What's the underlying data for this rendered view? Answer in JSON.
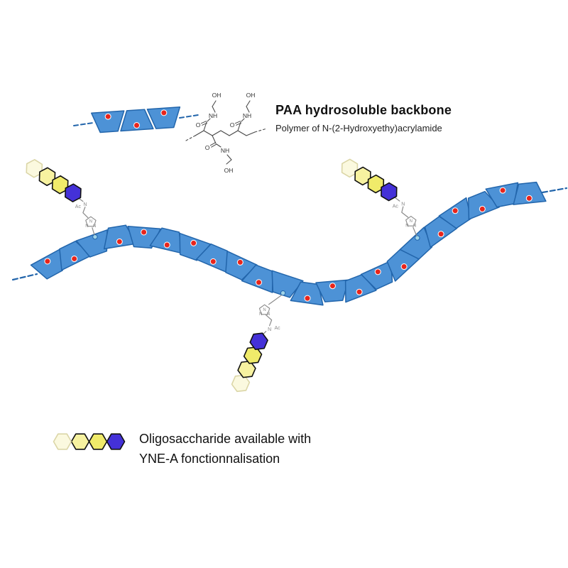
{
  "page": {
    "background": "#ffffff"
  },
  "colors": {
    "chain_fill": "#4d92d6",
    "chain_stroke": "#2265ab",
    "dot_red": "#e8251c",
    "dot_blue": "#9fd4e8",
    "hex_pale_fill": "#fbf8d8",
    "hex_pale_stroke": "#d3cc92",
    "hex_yellow_fill": "#f0eb6a",
    "hex_yellow2_fill": "#f7f2a0",
    "hex_outline": "#111111",
    "hex_blue_fill": "#4431d8",
    "linker": "#8a8a8a",
    "structure": "#4a4a4a",
    "structure_text": "#333333"
  },
  "legend_top": {
    "title": "PAA hydrosoluble backbone",
    "subtitle": "Polymer of N-(2-Hydroxyethy)acrylamide"
  },
  "legend_bottom": {
    "line1": "Oligosaccharide available with",
    "line2": "YNE-A fonctionnalisation"
  },
  "labels": {
    "n": "N",
    "ac": "Ac",
    "oh": "OH",
    "nh": "NH",
    "o": "O"
  }
}
